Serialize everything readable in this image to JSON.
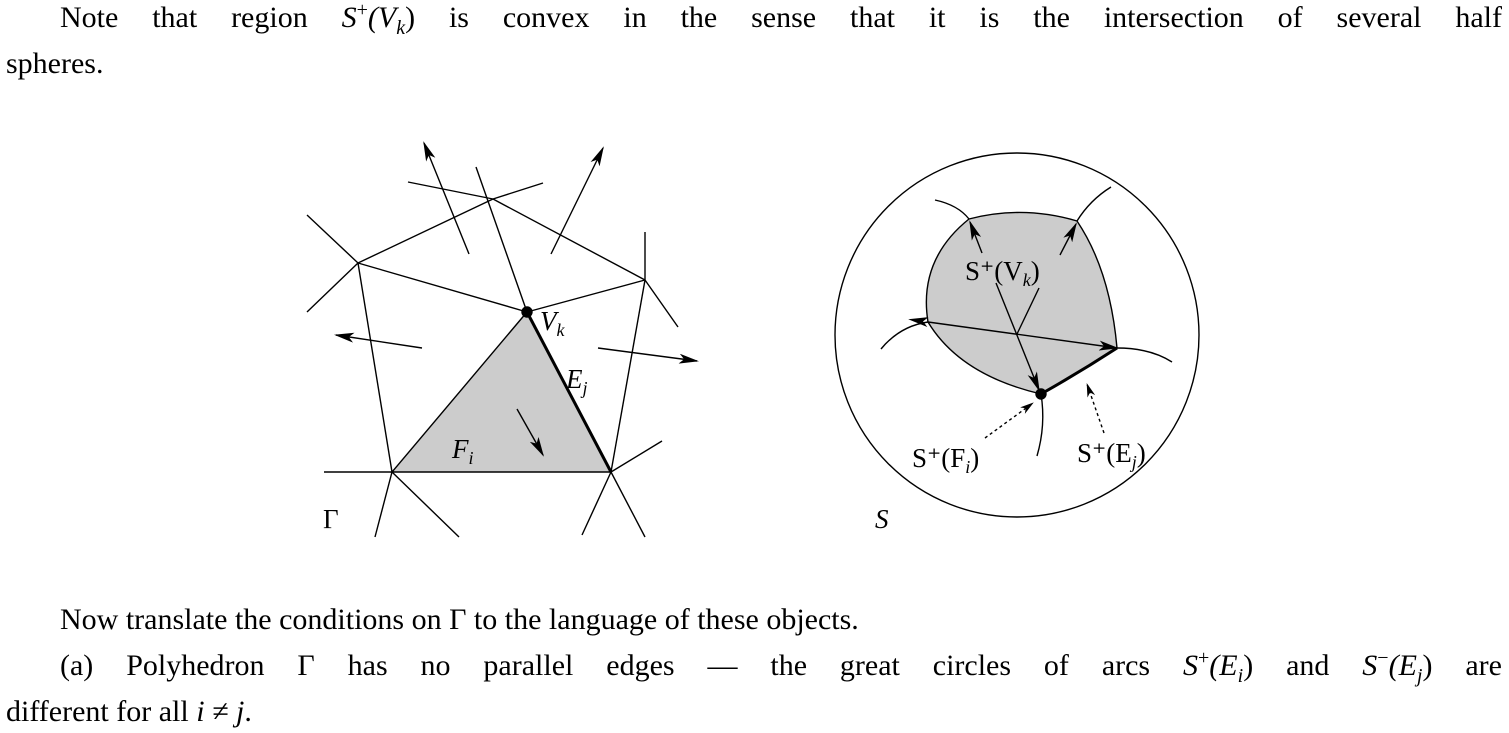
{
  "text": {
    "p1_line1_a": "Note that region ",
    "p1_math1": "S",
    "p1_sup1": "+",
    "p1_math1b": "(V",
    "p1_sub1": "k",
    "p1_math1c": ")",
    "p1_line1_b": " is convex in the sense that it is the intersection of several half",
    "p1_line2": "spheres.",
    "p2_line1": "Now translate the conditions on Γ to the language of these objects.",
    "p3_a": "(a) Polyhedron Γ has no parallel edges — the great circles of arcs ",
    "p3_m1": "S",
    "p3_sup1": "+",
    "p3_m1b": "(E",
    "p3_sub1": "i",
    "p3_m1c": ")",
    "p3_b": " and ",
    "p3_m2": "S",
    "p3_sup2": "−",
    "p3_m2b": "(E",
    "p3_sub2": "j",
    "p3_m2c": ")",
    "p3_c": " are",
    "p3_line2_a": "different for all ",
    "p3_line2_m": "i ≠ j",
    "p3_line2_b": "."
  },
  "figure": {
    "left": {
      "label_vertex": "V",
      "label_vertex_sub": "k",
      "label_edge": "E",
      "label_edge_sub": "j",
      "label_face": "F",
      "label_face_sub": "i",
      "label_polyhedron": "Γ"
    },
    "right": {
      "label_region": "S⁺(V",
      "label_region_sub": "k",
      "label_region_end": ")",
      "label_face": "S⁺(F",
      "label_face_sub": "i",
      "label_face_end": ")",
      "label_edge": "S⁺(E",
      "label_edge_sub": "j",
      "label_edge_end": ")",
      "label_sphere": "S"
    },
    "colors": {
      "shade": "#cccccc",
      "ink": "#000000"
    }
  }
}
